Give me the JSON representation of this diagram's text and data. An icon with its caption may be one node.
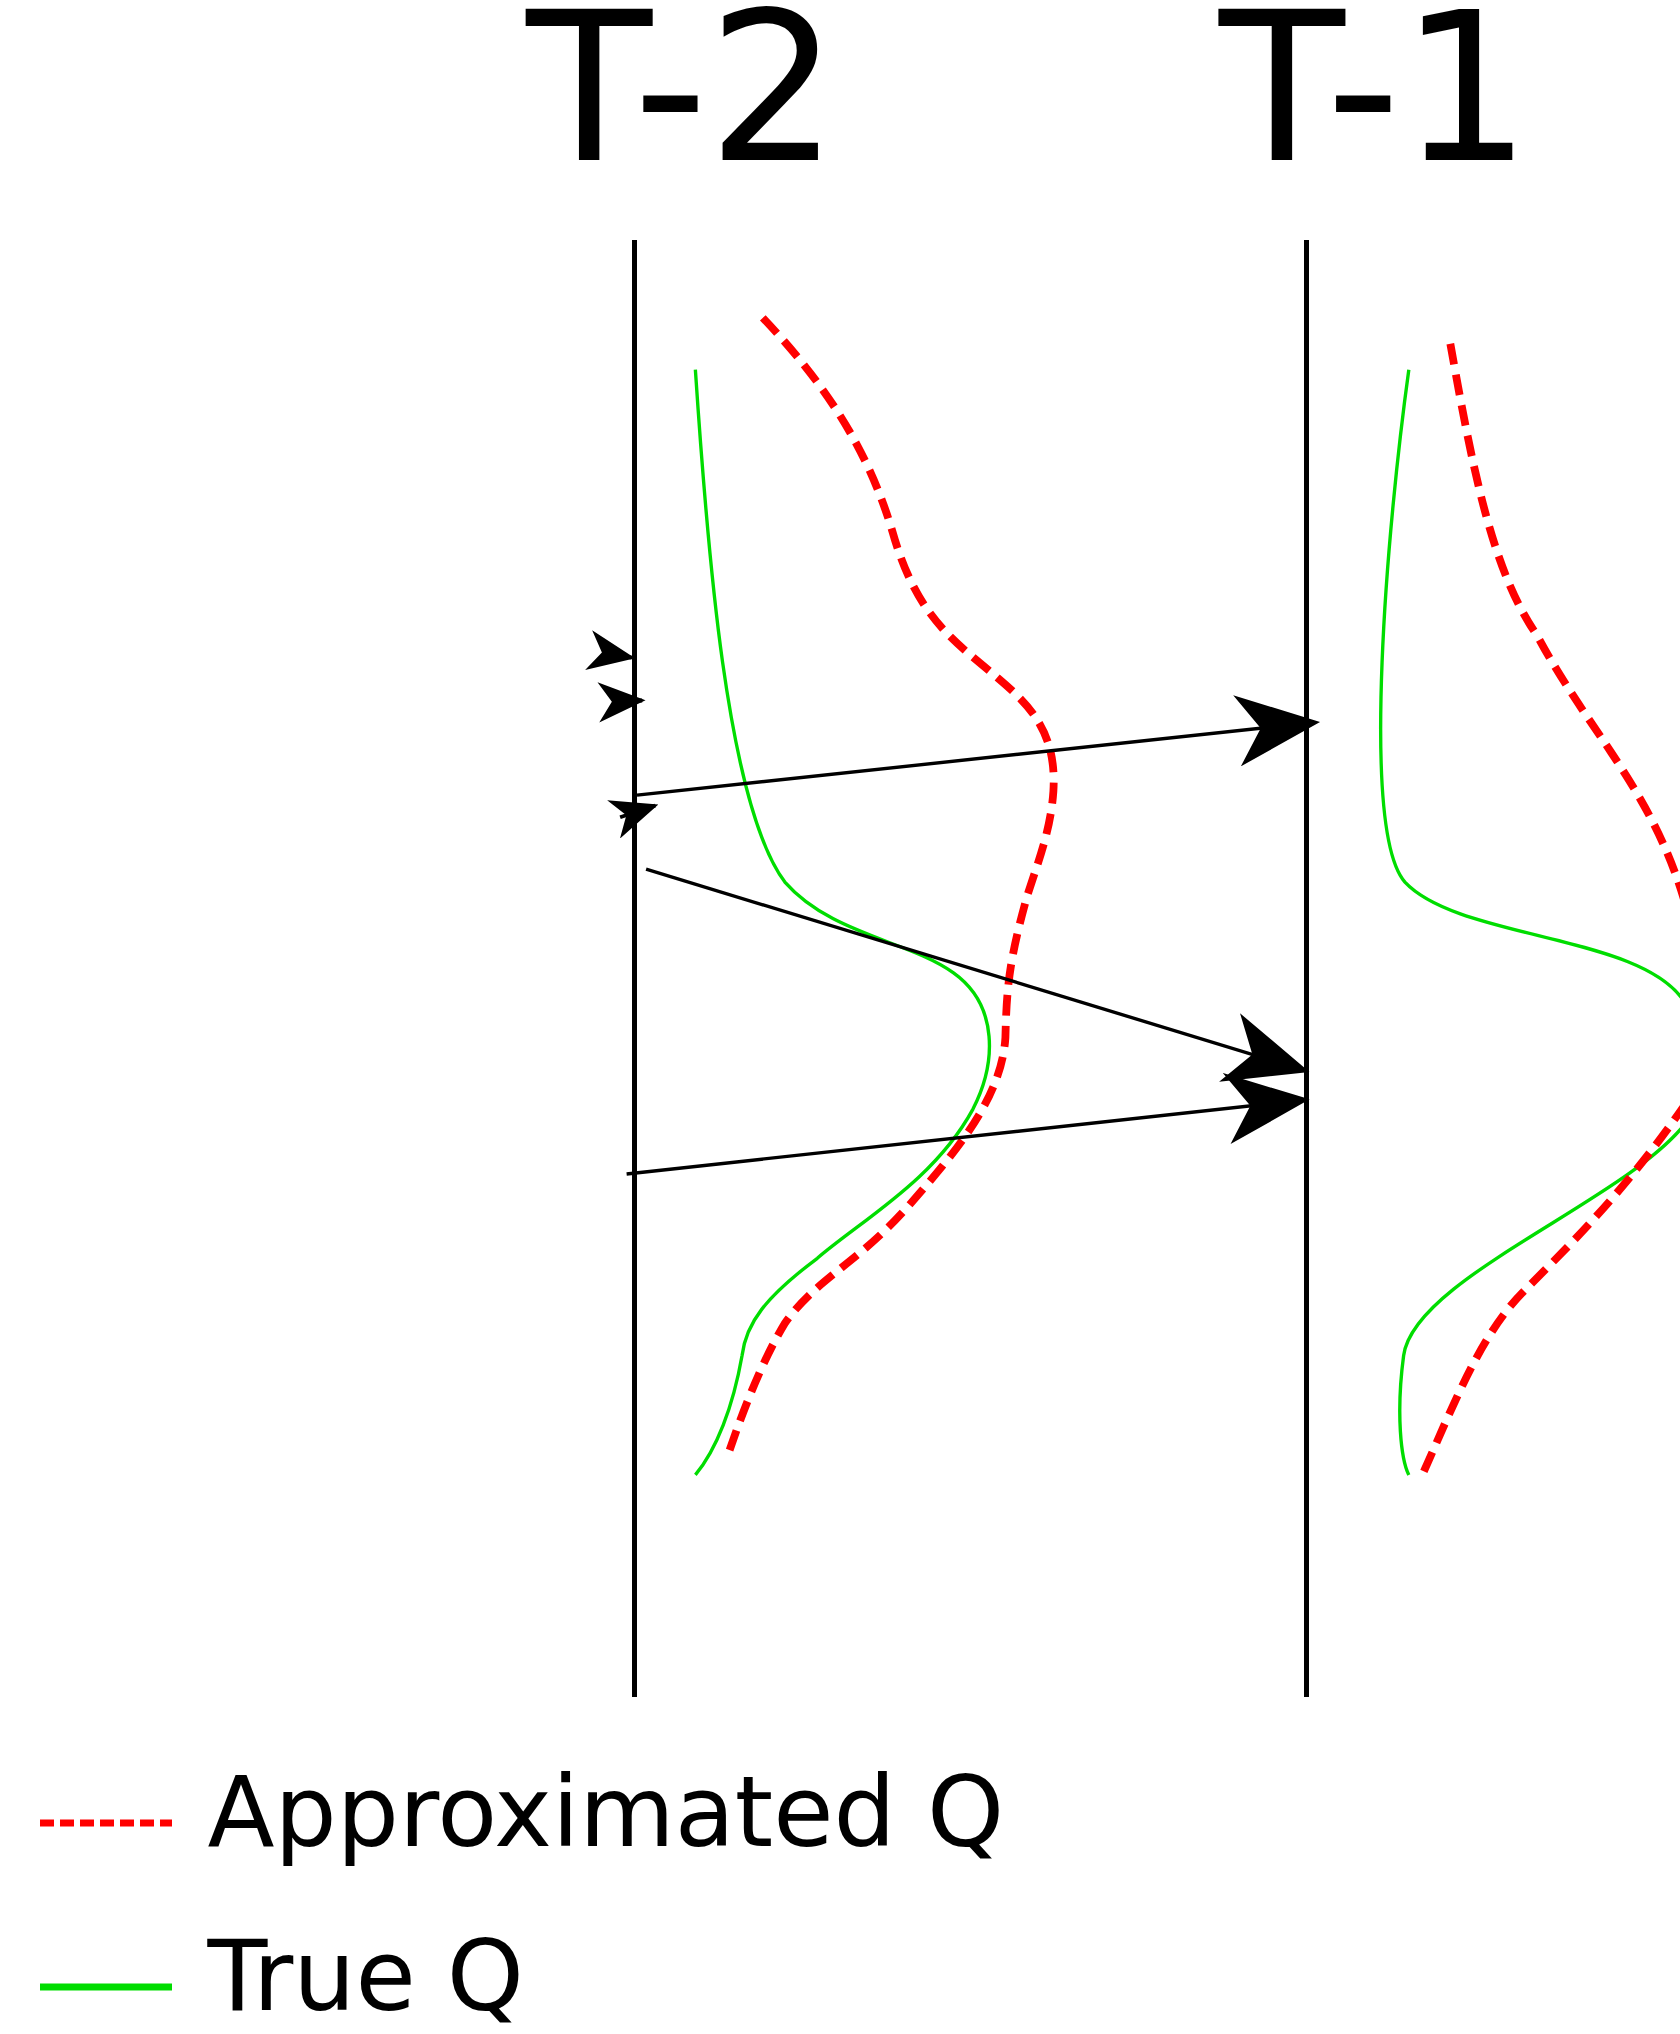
{
  "diagram": {
    "nodes": [
      {
        "text": [
          "T-2"
        ]
      },
      {
        "text": [
          "T-1"
        ]
      }
    ],
    "edges": [
      {
        "from": 0,
        "to": 1,
        "arrow": "to"
      },
      {
        "from": 0,
        "to": 1,
        "arrow": "to"
      },
      {
        "from": 0,
        "to": 1,
        "arrow": "to"
      },
      {
        "from": null,
        "to": 0,
        "arrow": "to"
      },
      {
        "from": null,
        "to": 0,
        "arrow": "to"
      },
      {
        "from": null,
        "to": 0,
        "arrow": "to"
      }
    ],
    "legend": [
      {
        "text": "Approximated Q"
      },
      {
        "text": "True Q"
      }
    ]
  }
}
